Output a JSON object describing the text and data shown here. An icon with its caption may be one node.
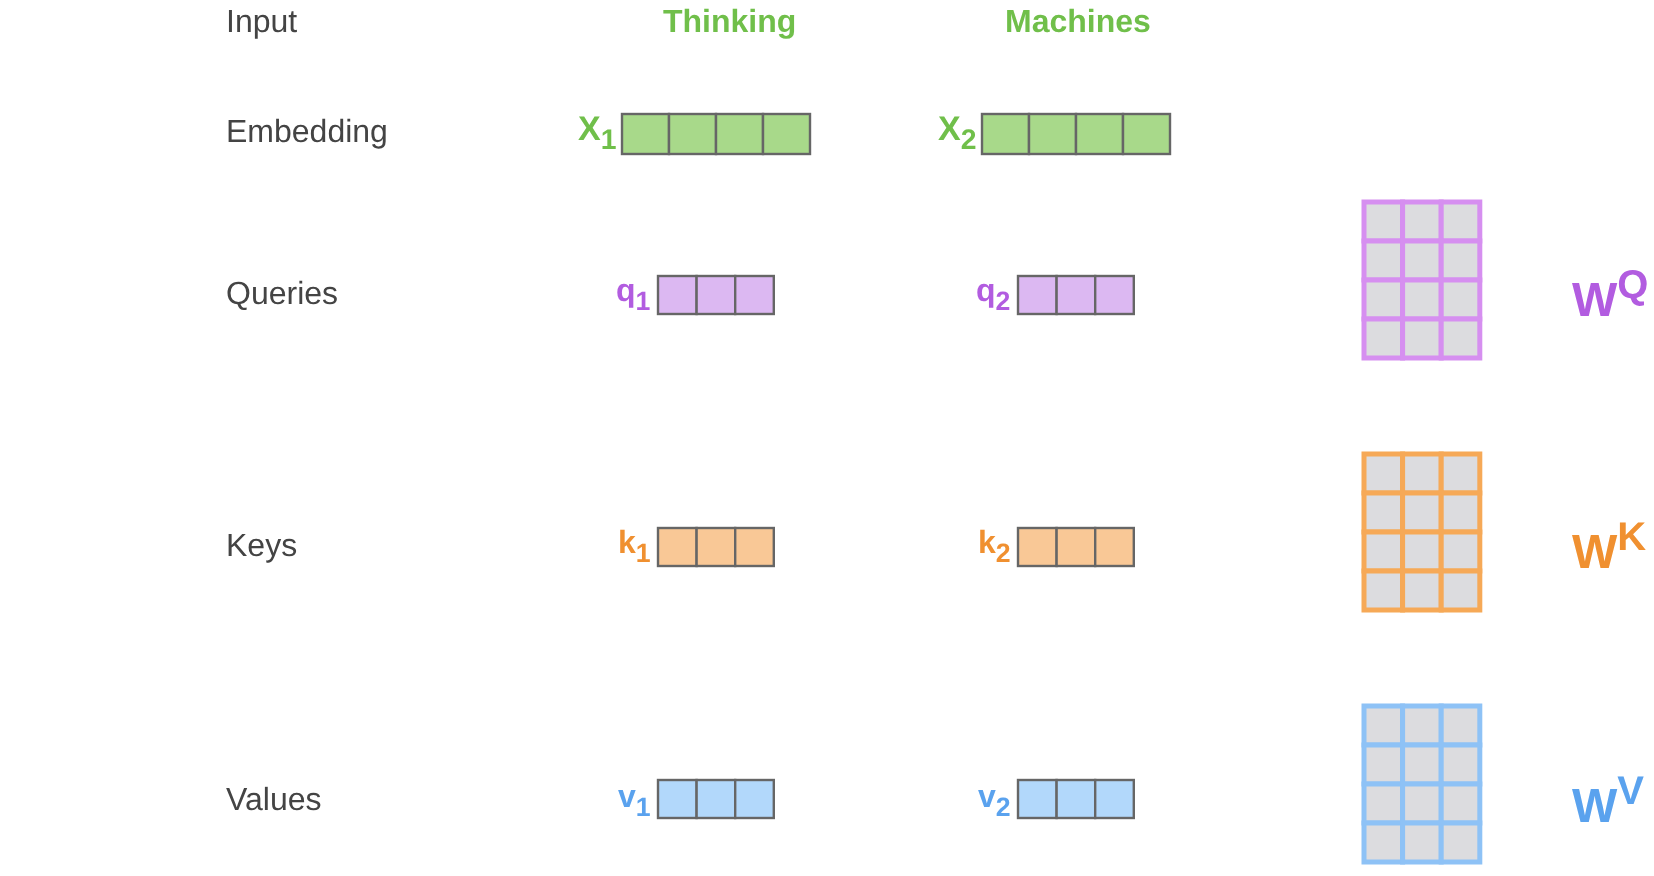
{
  "diagram": {
    "labels": [
      "Input",
      "Thinking",
      "Machines",
      "Embedding",
      "X$_{1}$",
      "X$_{2}$",
      "Queries",
      "q$_{1}$",
      "q$_{2}$",
      "W$^{Q}$",
      "Keys",
      "k$_{1}$",
      "k$_{2}$",
      "W$^{K}$",
      "Values",
      "v$_{1}$",
      "v$_{2}$",
      "W$^{V}$"
    ]
  }
}
